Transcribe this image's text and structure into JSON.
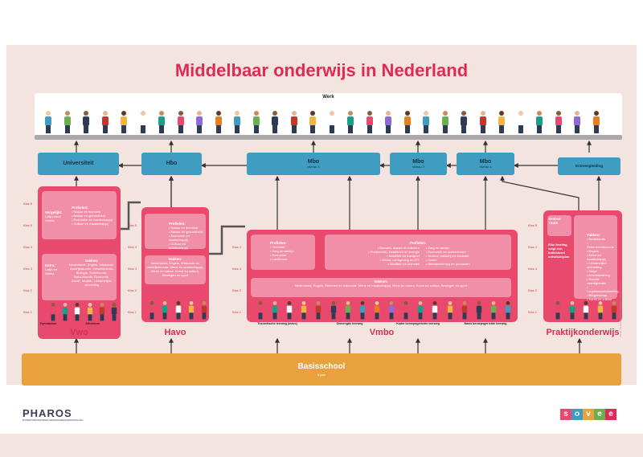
{
  "title": "Middelbaar onderwijs in Nederland",
  "werk": {
    "label": "Werk"
  },
  "vervolg": [
    {
      "id": "universiteit",
      "label": "Universiteit",
      "sub": ""
    },
    {
      "id": "hbo",
      "label": "Hbo",
      "sub": ""
    },
    {
      "id": "mbo4",
      "label": "Mbo",
      "sub": "niveau 4"
    },
    {
      "id": "mbo2",
      "label": "Mbo",
      "sub": "niveau 2"
    },
    {
      "id": "mbo1",
      "label": "Mbo",
      "sub": "niveau 1"
    },
    {
      "id": "entree",
      "label": "Entreeopleiding",
      "sub": ""
    }
  ],
  "klassen": {
    "vwo": [
      "Klas 6",
      "Klas 5",
      "Klas 4",
      "Klas 3",
      "Klas 2",
      "Klas 1"
    ],
    "havo": [
      "Klas 5",
      "Klas 4",
      "Klas 3",
      "Klas 2",
      "Klas 1"
    ],
    "vmbo": [
      "Klas 4",
      "Klas 3",
      "Klas 2",
      "Klas 1"
    ],
    "pro": [
      "Klas 5",
      "Klas 4",
      "Klas 3",
      "Klas 2",
      "Klas 1"
    ]
  },
  "vwo": {
    "name": "Vwo",
    "profielen_title": "Profielen:",
    "profielen": [
      "Natuur en techniek",
      "Natuur en gezondheid",
      "Economie en maatschappij",
      "Cultuur en maatschappij"
    ],
    "vervolg_title": "Vergelijkt:",
    "vervolg": "Latijn en/of Grieks",
    "extra_title": "Extra:",
    "extra": "Latijn en Grieks",
    "vakken_title": "Vakken:",
    "vakken": "Nederlands, Engels, Wiskunde, Aardrijkskunde, Geschiedenis, Biologie, Scheikunde, Natuurkunde, Economie, Kunst, Muziek, Lichamelijke opvoeding",
    "sub_left": "Gymnasium",
    "sub_right": "Atheneum"
  },
  "havo": {
    "name": "Havo",
    "profielen_title": "Profielen:",
    "profielen": [
      "Natuur en techniek",
      "Natuur en gezondheid",
      "Economie en maatschappij",
      "Cultuur en maatschappij"
    ],
    "vakken_title": "Vakken:",
    "vakken": "Nederlands, Engels, Wiskunde en aardrijkskunde, Mens en maatschappij, Mens en natuur, Kunst en cultuur, Bewegen en sport"
  },
  "vmbo": {
    "name": "Vmbo",
    "profielen_title": "Profielen:",
    "profielen_left": [
      "Techniek",
      "Zorg en welzijn",
      "Economie",
      "Landbouw"
    ],
    "profielen_mid": [
      "Bouwen, wonen en interieur",
      "Produceren, installeren en energie",
      "Mobiliteit en transport",
      "Media, vormgeving en ICT",
      "Maritiem en techniek"
    ],
    "profielen_right": [
      "Zorg en welzijn",
      "Economie en ondernemen",
      "Horeca, bakkerij en recreatie",
      "Groen",
      "Dienstverlening en producten"
    ],
    "vakken_title": "Vakken:",
    "vakken": "Nederlands, Engels, Rekenen en wiskunde, Mens en maatschappij, Mens en natuur, Kunst en cultuur, Bewegen en sport",
    "leerwegen": [
      "Theoretische leerweg (mavo)",
      "Gemengde leerweg",
      "Kader beroepsgerichte leerweg",
      "Basis beroepsgerichte leerweg"
    ]
  },
  "pro": {
    "name": "Praktijkonderwijs",
    "entree_title": "Entree-route",
    "leerling_text": "Elke leerling volgt een individueel ontwikkelplan",
    "vakken_title": "Vakken:",
    "vakken": [
      "Nederlands",
      "Rekenen/wiskunde",
      "Engels",
      "Mens en maatschappij",
      "Lichamelijke opvoeding",
      "Stage",
      "Arbeidstraining",
      "Sociale vaardigheden",
      "Loopbaanontwikkeling",
      "Burgerschap",
      "Kunst en cultuur"
    ]
  },
  "basisschool": {
    "title": "Basisschool",
    "sub": "8 jaar"
  },
  "logos": {
    "left": "PHAROS",
    "left_sub": "EXPERTISECENTRUM GEZONDHEIDSVERSCHILLEN",
    "right": "sovee"
  },
  "side_note": "Versie: november 2017. Illustraties: Pharos en Sovee",
  "colors": {
    "accent": "#e0295b",
    "blue": "#3e9dc0",
    "orange": "#e9a13e",
    "pink": "#e8496c"
  }
}
